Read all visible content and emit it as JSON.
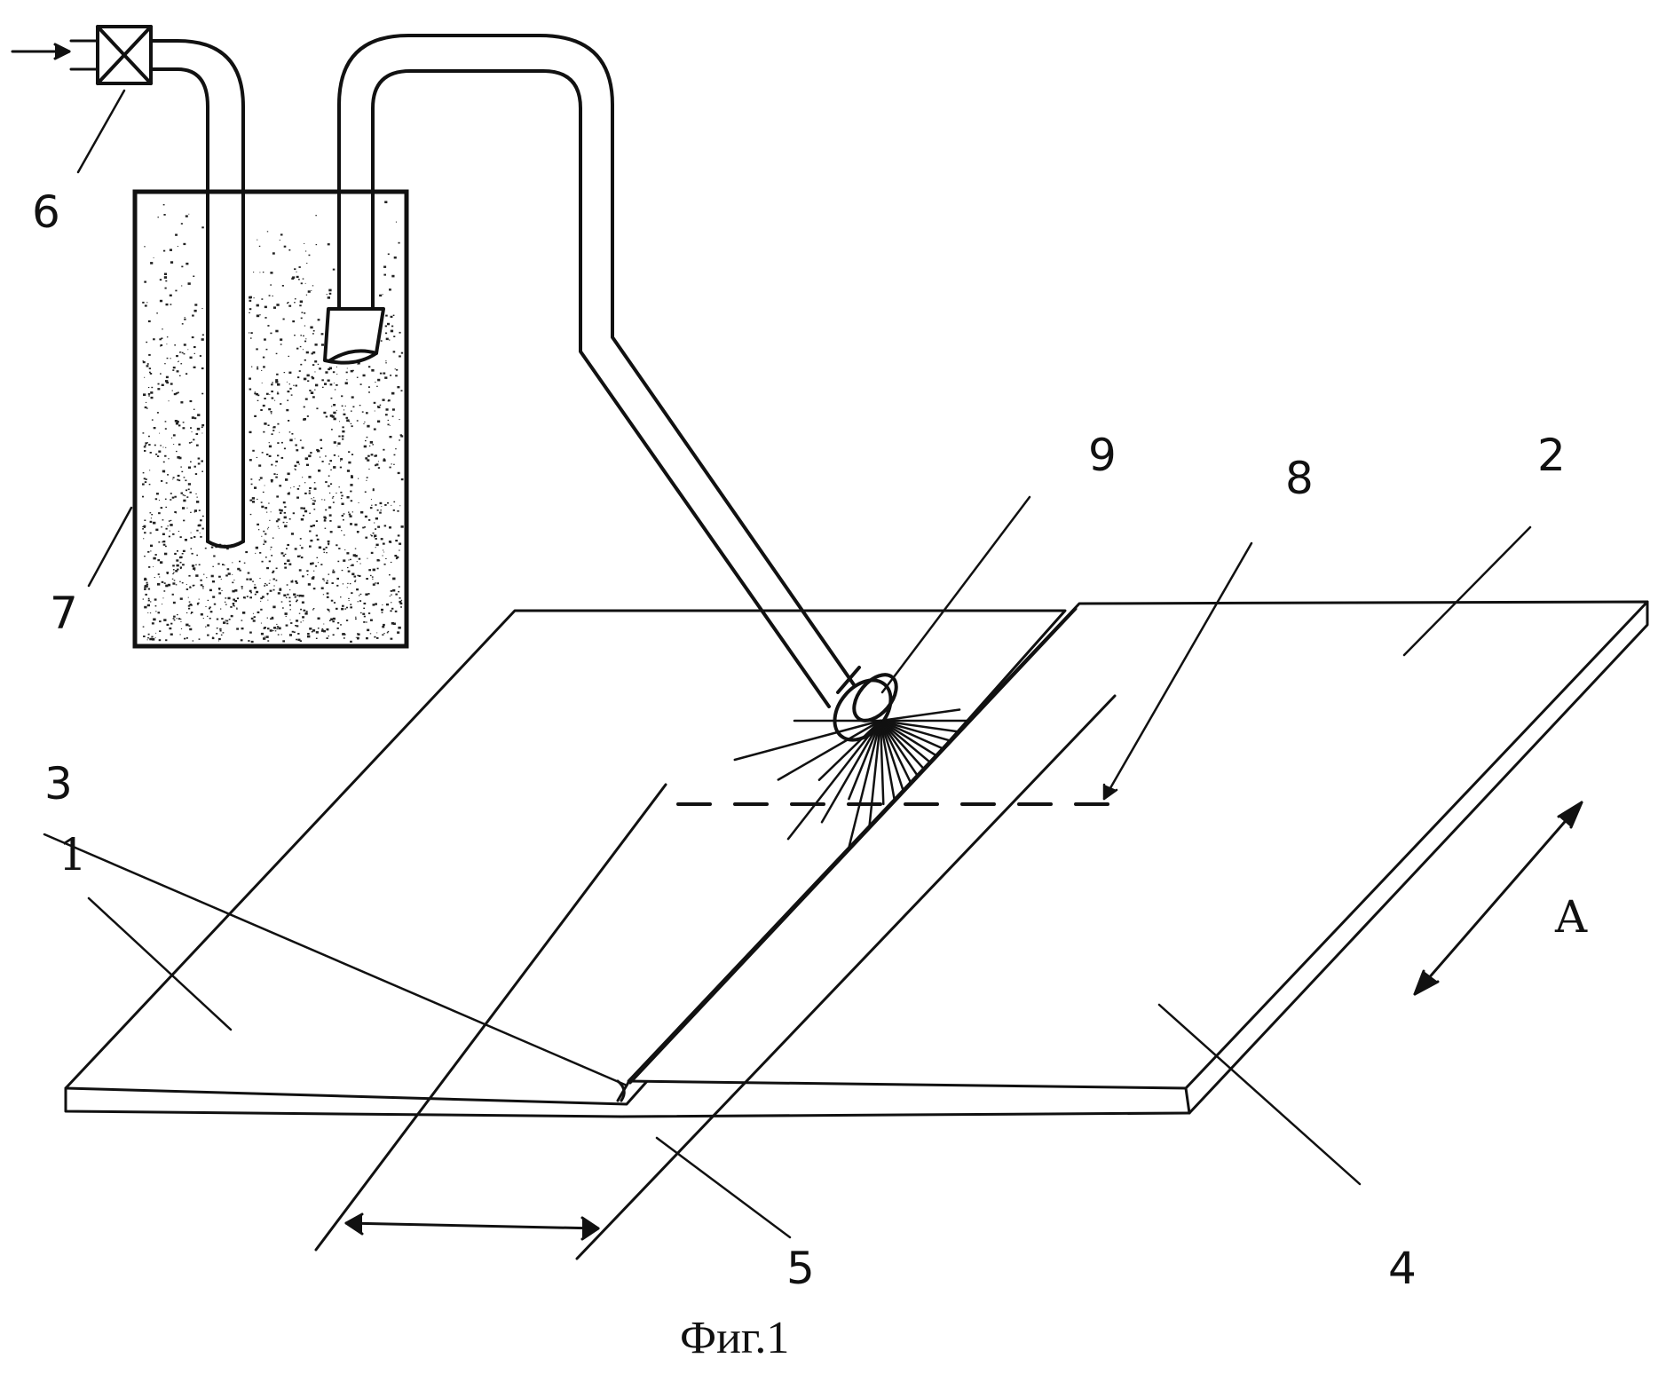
{
  "labels": {
    "l1": "1",
    "l2": "2",
    "l3": "3",
    "l4": "4",
    "l5": "5",
    "l6": "6",
    "l7": "7",
    "l8": "8",
    "l9": "9",
    "lA": "A"
  },
  "caption": "Фиг.1",
  "colors": {
    "ink": "#111111",
    "paper": "#ffffff"
  }
}
